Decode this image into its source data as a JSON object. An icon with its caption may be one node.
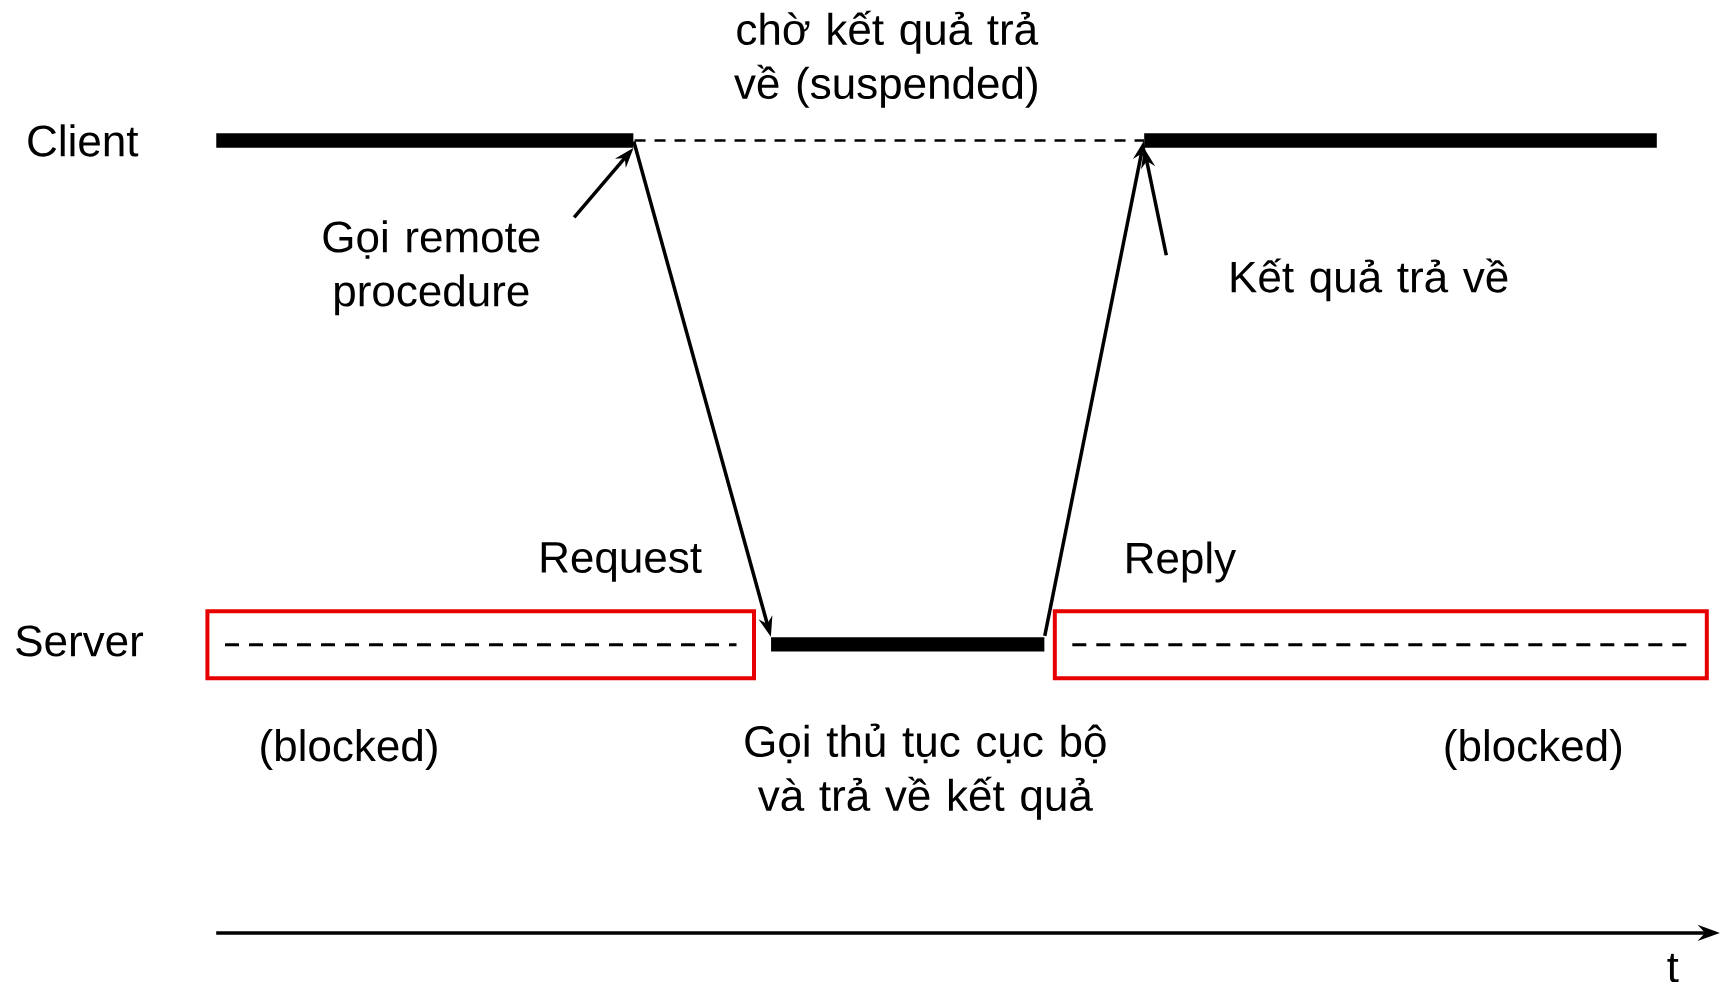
{
  "diagram": {
    "nodes": [
      {
        "text": [],
        "shape": "bar"
      },
      {
        "text": [],
        "shape": "bar"
      },
      {
        "text": [],
        "shape": "bar",
        "beside": [
          "Gọi thủ tục cục bộ và trả về kết quả"
        ]
      },
      {
        "text": [],
        "shape": "box",
        "beside": [
          "(blocked)"
        ]
      },
      {
        "text": [],
        "shape": "box",
        "beside": [
          "(blocked)"
        ]
      },
      {
        "text": [
          "Gọi remote procedure"
        ]
      },
      {
        "text": [
          "Kết quả trả về"
        ]
      }
    ],
    "edges": [
      {
        "from": 0,
        "to": 1,
        "arrow": "none",
        "style": "dashed",
        "label": "chờ kết quả trả về (suspended)"
      },
      {
        "from": 0,
        "to": 2,
        "arrow": "to",
        "label": "Request"
      },
      {
        "from": 2,
        "to": 1,
        "arrow": "to",
        "label": "Reply"
      },
      {
        "from": 5,
        "to": 0,
        "arrow": "to"
      },
      {
        "from": 6,
        "to": 1,
        "arrow": "to"
      }
    ],
    "labels": [
      "Client",
      "Server",
      "t"
    ]
  }
}
